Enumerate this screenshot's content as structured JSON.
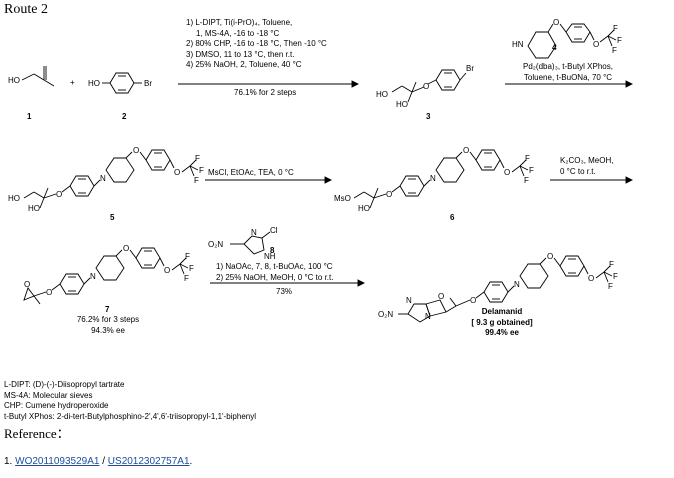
{
  "title": "Route 2",
  "compounds": {
    "c1": "1",
    "c2": "2",
    "c3": "3",
    "c4": "4",
    "c5": "5",
    "c6": "6",
    "c7": "7",
    "c8": "8"
  },
  "atoms": {
    "ho": "HO",
    "br": "Br",
    "o": "O",
    "hn": "HN",
    "nh": "NH",
    "n": "N",
    "f": "F",
    "mso": "MsO",
    "cl": "Cl",
    "o2n": "O₂N"
  },
  "plus": "+",
  "step1": {
    "conditions": [
      "1) L-DIPT, Ti(i-PrO)₄, Toluene,",
      "1, MS-4A, -16 to -18 °C",
      "2) 80% CHP, -16 to -18 °C, Then -10 °C",
      "3) DMSO, 11 to 13 °C, then r.t.",
      "4) 25% NaOH, 2, Toluene, 40 °C"
    ],
    "yield": "76.1% for 2 steps"
  },
  "step2": {
    "conditions": [
      "Pd₂(dba)₃, t-Butyl XPhos,",
      "Toluene, t-BuONa, 70 °C"
    ]
  },
  "step3": {
    "conditions": [
      "MsCl, EtOAc, TEA, 0 °C"
    ]
  },
  "step4": {
    "conditions": [
      "K₂CO₃, MeOH,",
      "0 °C to r.t."
    ]
  },
  "step5": {
    "conditions": [
      "1) NaOAc, 7, 8, t-BuOAc, 100 °C",
      "2) 25% NaOH, MeOH, 0 °C to r.t."
    ],
    "yield": "73%"
  },
  "compound7_info": [
    "76.2% for 3 steps",
    "94.3% ee"
  ],
  "product": {
    "name": "Delamanid",
    "amount": "[ 9.3 g obtained]",
    "ee": "99.4% ee"
  },
  "abbreviations": [
    "L-DIPT: (D)-(-)-Diisopropyl tartrate",
    "MS-4A: Molecular sieves",
    "CHP: Cumene hydroperoxide",
    "t-Butyl XPhos: 2-di-tert-Butylphosphino-2',4',6'-triisopropyl-1,1'-biphenyl"
  ],
  "reference": {
    "heading": "Reference：",
    "index": "1.",
    "link1": "WO2011093529A1",
    "separator": " / ",
    "link2": "US2012302757A1",
    "end": "."
  }
}
